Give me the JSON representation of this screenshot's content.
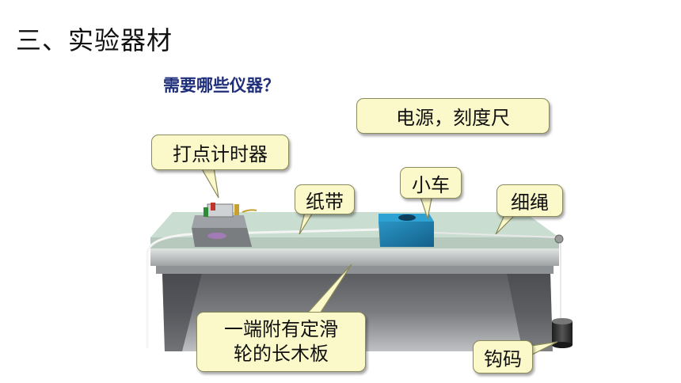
{
  "title": "三、实验器材",
  "question": "需要哪些仪器？",
  "labels": {
    "power_ruler": "电源，刻度尺",
    "timer": "打点计时器",
    "tape": "纸带",
    "cart": "小车",
    "string": "细绳",
    "board_line1": "一端附有定滑",
    "board_line2": "轮的长木板",
    "weight": "钩码"
  },
  "colors": {
    "callout_bg": "#fbf8c9",
    "question_text": "#1f2f7a",
    "board_top": "#c9ddd0",
    "cart": "#1f7fae"
  }
}
